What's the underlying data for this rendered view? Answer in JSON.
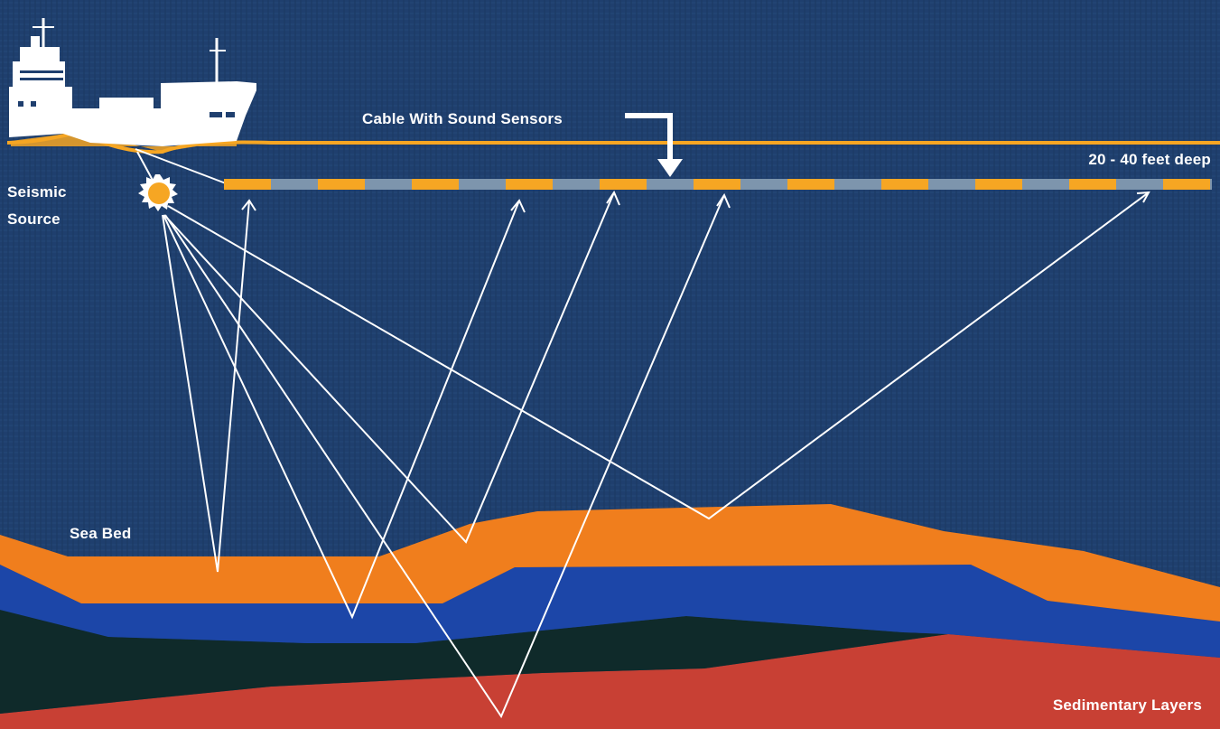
{
  "labels": {
    "cable": "Cable With Sound Sensors",
    "depth": "20 - 40 feet deep",
    "source": "Seismic Source",
    "sea_bed": "Sea Bed",
    "sedimentary": "Sedimentary Layers"
  },
  "colors": {
    "ocean": "#1f3f6e",
    "orange_layer": "#f07e1d",
    "blue_layer": "#1c46a8",
    "dark_layer": "#0f2a2a",
    "red_layer": "#c84034",
    "cable_orange": "#f6a623",
    "cable_gray": "#7d95ad",
    "ray": "#ffffff"
  }
}
